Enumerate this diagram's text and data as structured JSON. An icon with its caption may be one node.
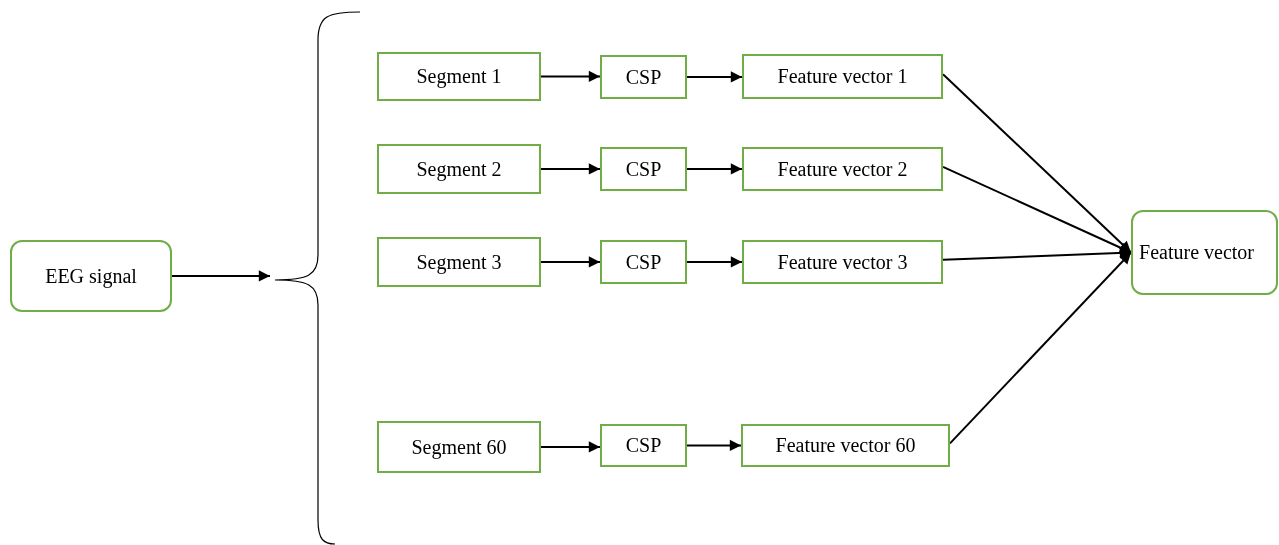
{
  "diagram": {
    "nodes": [
      {
        "text": [
          "EEG signal"
        ]
      },
      {
        "text": [],
        "shape": "bracket"
      },
      {
        "text": [
          "Segment 1"
        ]
      },
      {
        "text": [
          "CSP"
        ]
      },
      {
        "text": [
          "Feature vector 1"
        ]
      },
      {
        "text": [
          "Segment 2"
        ]
      },
      {
        "text": [
          "CSP"
        ]
      },
      {
        "text": [
          "Feature vector 2"
        ]
      },
      {
        "text": [
          "Segment 3"
        ]
      },
      {
        "text": [
          "CSP"
        ]
      },
      {
        "text": [
          "Feature vector 3"
        ]
      },
      {
        "text": [
          "Segment 60"
        ]
      },
      {
        "text": [
          "CSP"
        ]
      },
      {
        "text": [
          "Feature vector 60"
        ]
      },
      {
        "text": [
          "Feature vector"
        ]
      }
    ],
    "edges": [
      {
        "from": 0,
        "to": 1,
        "arrow": "to"
      },
      {
        "from": 2,
        "to": 3,
        "arrow": "to"
      },
      {
        "from": 3,
        "to": 4,
        "arrow": "to"
      },
      {
        "from": 5,
        "to": 6,
        "arrow": "to"
      },
      {
        "from": 6,
        "to": 7,
        "arrow": "to"
      },
      {
        "from": 8,
        "to": 9,
        "arrow": "to"
      },
      {
        "from": 9,
        "to": 10,
        "arrow": "to"
      },
      {
        "from": 11,
        "to": 12,
        "arrow": "to"
      },
      {
        "from": 12,
        "to": 13,
        "arrow": "to"
      },
      {
        "from": 4,
        "to": 14,
        "arrow": "to"
      },
      {
        "from": 7,
        "to": 14,
        "arrow": "to"
      },
      {
        "from": 10,
        "to": 14,
        "arrow": "to"
      },
      {
        "from": 13,
        "to": 14,
        "arrow": "to"
      }
    ]
  }
}
